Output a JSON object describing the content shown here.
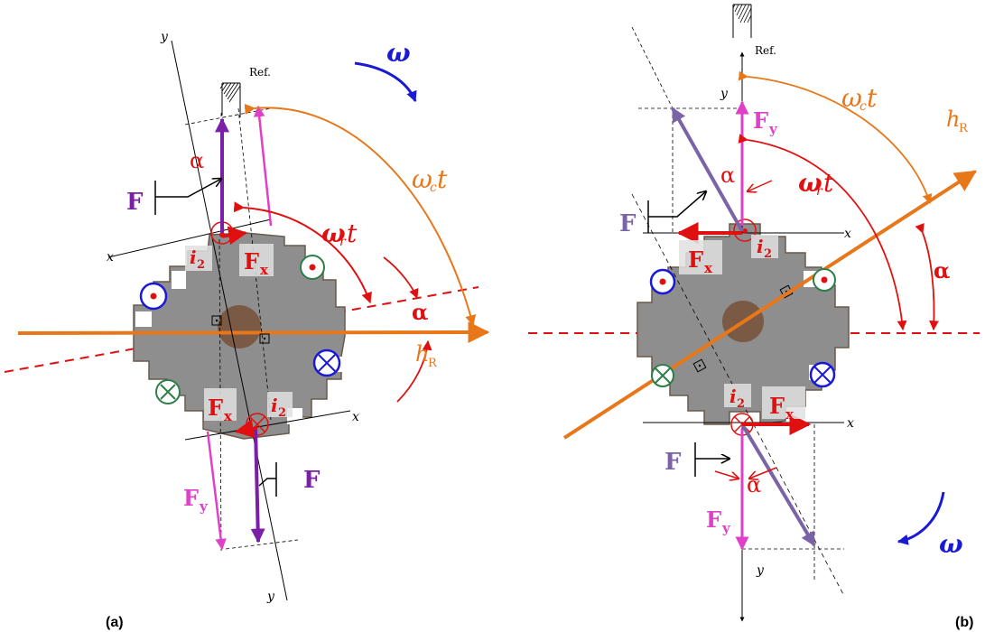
{
  "panel_a": {
    "label": "(a)",
    "ref": "Ref.",
    "axis_x": "x",
    "axis_y": "y",
    "omega": "ω",
    "omega_c_t": "ω",
    "omega_c_sub": "c",
    "omega_r_t": "ω",
    "omega_r_sub": "r",
    "t": "t",
    "alpha": "α",
    "h_R": "h",
    "h_R_sub": "R",
    "F": "F",
    "F_x": "F",
    "F_x_sub": "x",
    "F_y": "F",
    "F_y_sub": "y",
    "i2": "i",
    "i2_sub": "2"
  },
  "panel_b": {
    "label": "(b)",
    "ref": "Ref.",
    "axis_x": "x",
    "axis_y": "y",
    "omega": "ω",
    "omega_c_t": "ω",
    "omega_c_sub": "c",
    "omega_r_t": "ω",
    "omega_r_sub": "r",
    "t": "t",
    "alpha": "α",
    "h_R": "h",
    "h_R_sub": "R",
    "F": "F",
    "F_x": "F",
    "F_x_sub": "x",
    "F_y": "F",
    "F_y_sub": "y",
    "i2": "i",
    "i2_sub": "2"
  },
  "colors": {
    "rotor": "#8e8e8e",
    "hub": "#7a5a45",
    "orange": "#e8771a",
    "red": "#e01010",
    "purple": "#7a1fa6",
    "lavender": "#7b63a8",
    "magenta": "#e040c8",
    "blue": "#1a1ad6",
    "green": "#2e7d4a",
    "black": "#000000"
  }
}
